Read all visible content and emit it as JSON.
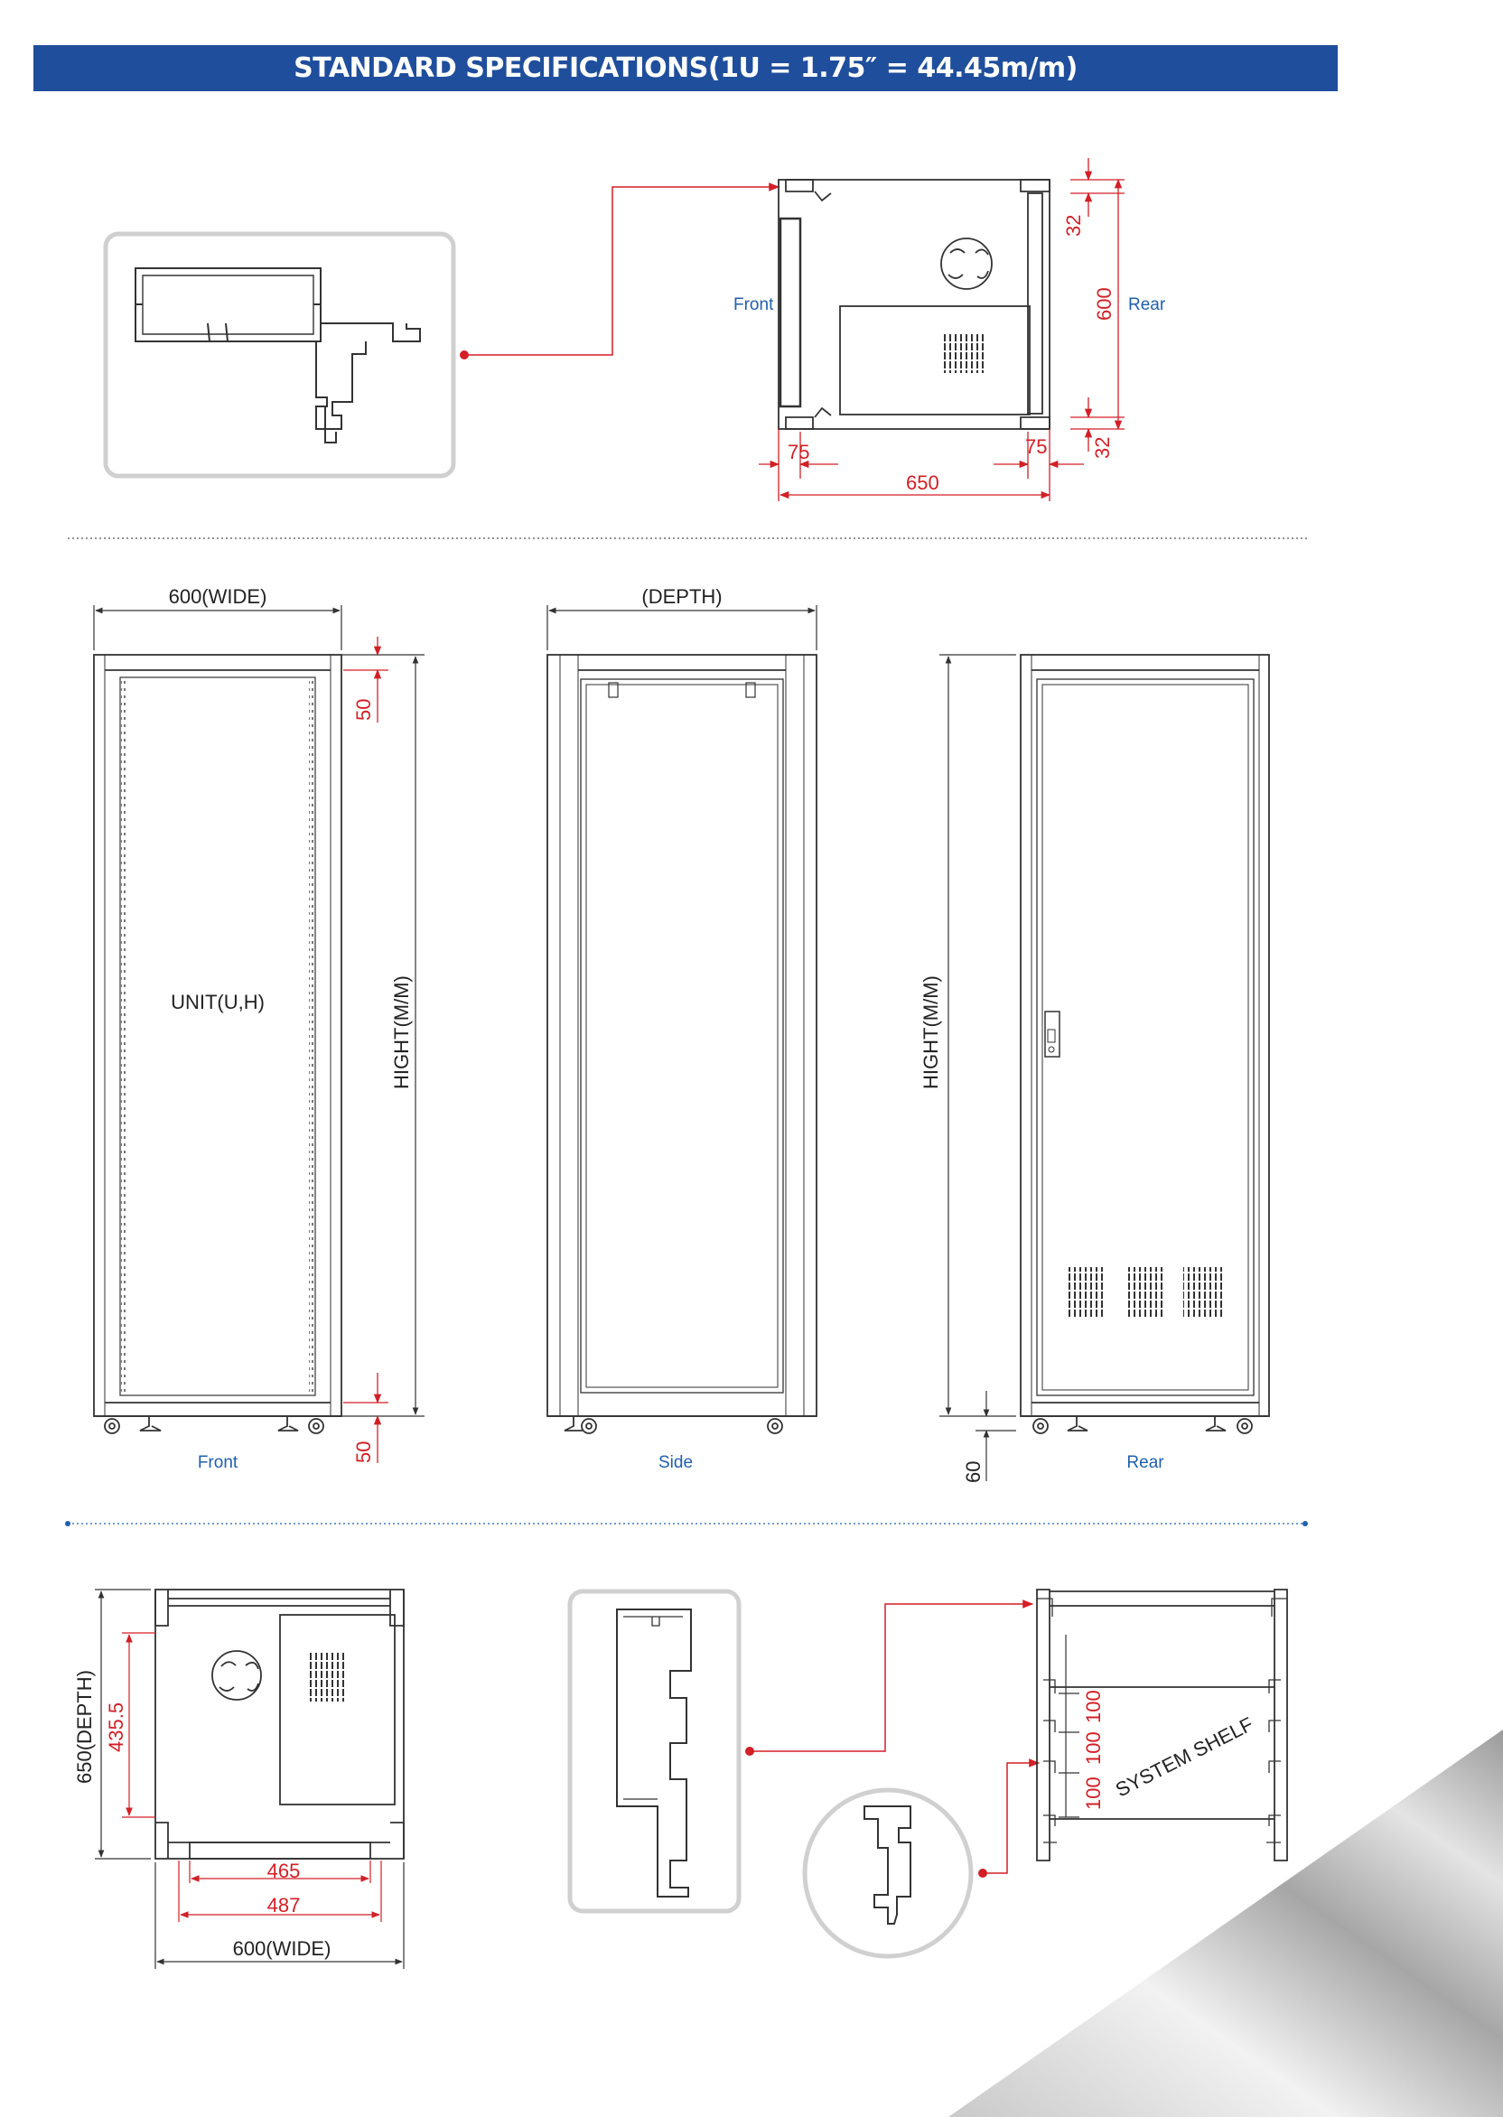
{
  "header": {
    "title": "STANDARD SPECIFICATIONS(1U = 1.75″ = 44.45m/m)"
  },
  "top_plan": {
    "front_label": "Front",
    "rear_label": "Rear",
    "dim_600": "600",
    "dim_32_top": "32",
    "dim_32_bottom": "32",
    "dim_75_left": "75",
    "dim_75_right": "75",
    "dim_650": "650"
  },
  "elevations": {
    "front": {
      "width_label": "600(WIDE)",
      "unit_label": "UNIT(U,H)",
      "height_label": "HIGHT(M/M)",
      "dim_50_top": "50",
      "dim_50_bottom": "50",
      "caption": "Front"
    },
    "side": {
      "depth_label": "(DEPTH)",
      "caption": "Side"
    },
    "rear": {
      "height_label": "HIGHT(M/M)",
      "dim_60": "60",
      "caption": "Rear"
    }
  },
  "bottom_plan": {
    "depth_label": "650(DEPTH)",
    "dim_435": "435.5",
    "dim_465": "465",
    "dim_487": "487",
    "width_label": "600(WIDE)"
  },
  "shelf_view": {
    "dim_100_a": "100",
    "dim_100_b": "100",
    "dim_100_c": "100",
    "shelf_label": "SYSTEM SHELF"
  },
  "colors": {
    "banner": "#1f4e9c",
    "dimension_red": "#d31f26",
    "caption_blue": "#1f5fae",
    "line": "#333333"
  }
}
